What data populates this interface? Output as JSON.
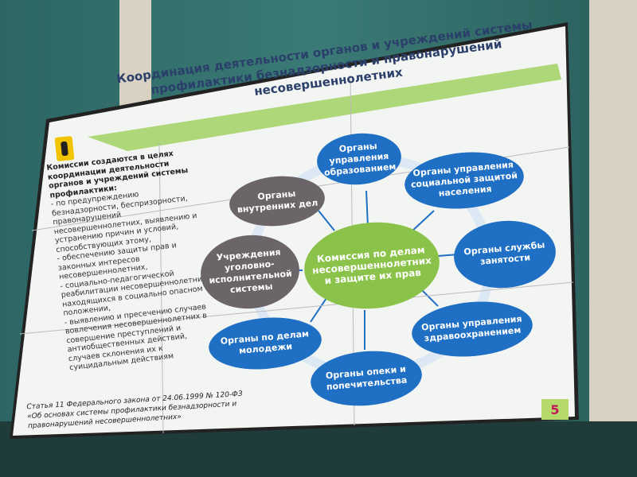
{
  "slide": {
    "title": "Координация деятельности органов и учреждений системы профилактики безнадзорности и правонарушений несовершеннолетних",
    "intro": "Комиссии создаются в целях координации деятельности органов и учреждений системы профилактики:",
    "items": [
      "- по предупреждению безнадзорности, беспризорности, правонарушений несовершеннолетних, выявлению и устранению причин и условий, способствующих этому,",
      "- обеспечению защиты прав и законных интересов несовершеннолетних,",
      "- социально-педагогической реабилитации несовершеннолетних, находящихся в социально опасном положении,",
      "- выявлению и пресечению случаев вовлечения несовершеннолетних в совершение преступлений и антиобщественных действий, случаев склонения их к суицидальным действиям"
    ],
    "footnote": "Статья 11 Федерального закона от 24.06.1999 № 120-ФЗ «Об основах системы профилактики безнадзорности и правонарушений несовершеннолетних»",
    "page_number": "5",
    "center": "Комиссия по делам несовершеннолетних и защите их прав",
    "nodes": [
      "Органы управления образованием",
      "Органы управления социальной защитой населения",
      "Органы службы занятости",
      "Органы управления здравоохранением",
      "Органы опеки и попечительства",
      "Органы по делам молодежи",
      "Учреждения уголовно-исполнительной системы",
      "Органы внутренних дел"
    ]
  },
  "colors": {
    "blue": "#1f6fc4",
    "gray": "#6b6468",
    "green": "#8bc34a",
    "title": "#2a3f6a"
  }
}
